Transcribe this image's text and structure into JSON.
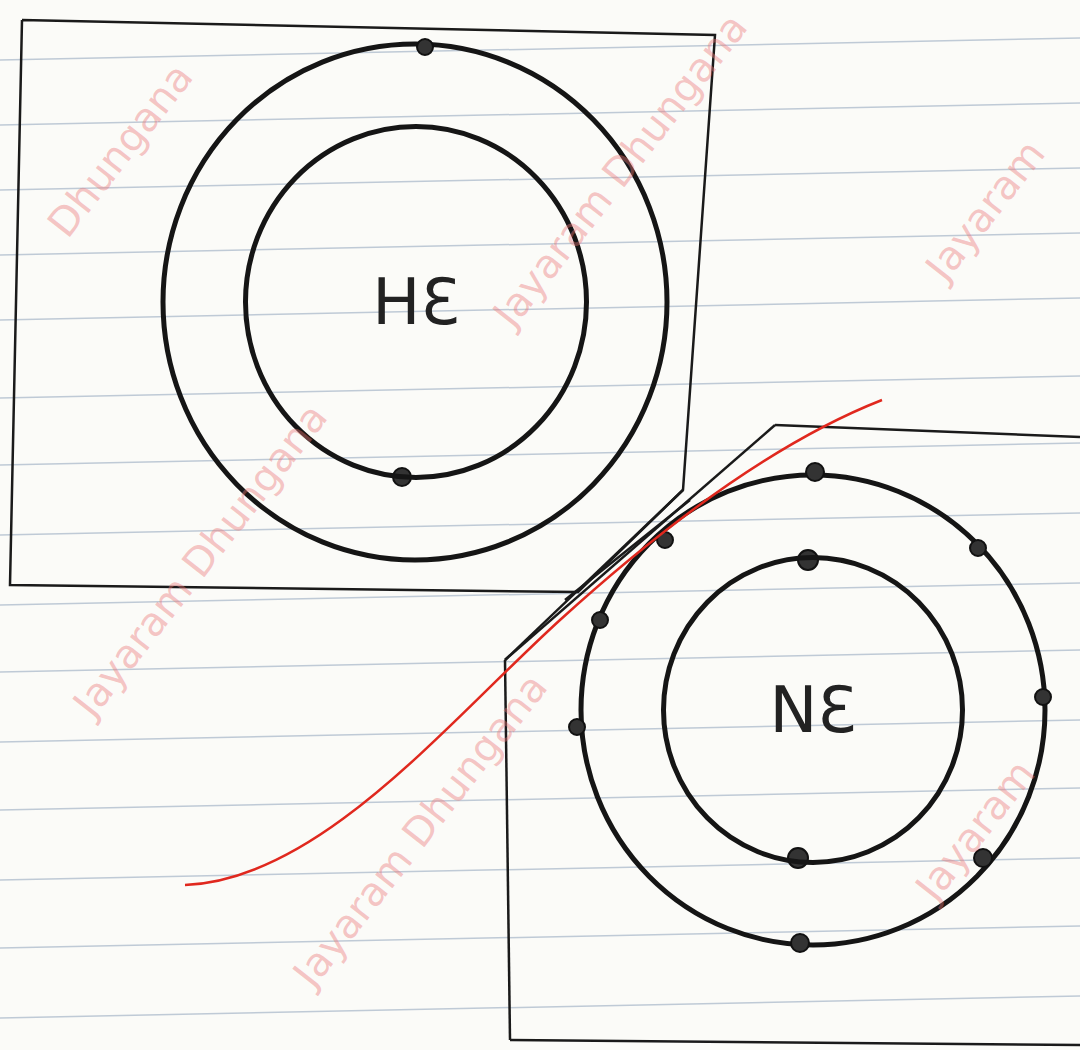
{
  "diagram": {
    "nodes": [
      {
        "text": [
          "HƐ"
        ]
      },
      {
        "text": [
          "NƐ"
        ]
      }
    ],
    "labels": [
      "Jayaram Dhungana",
      "Jayaram Dhungana",
      "Jayaram Dhungana",
      "Jayaram",
      "Jayaram",
      "Dhungana"
    ]
  }
}
